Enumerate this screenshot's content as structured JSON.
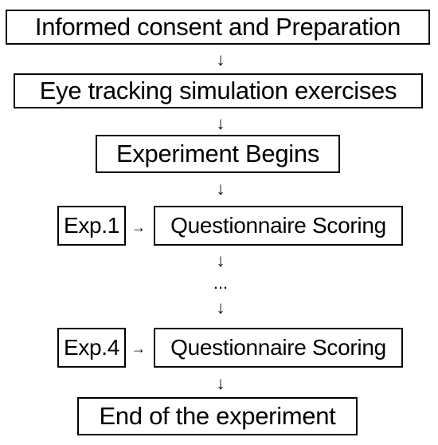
{
  "flow": {
    "step1": "Informed consent and Preparation",
    "step2": "Eye tracking simulation exercises",
    "step3": "Experiment Begins",
    "exp1_label": "Exp.1",
    "exp1_task": "Questionnaire Scoring",
    "ellipsis": "...",
    "exp4_label": "Exp.4",
    "exp4_task": "Questionnaire Scoring",
    "step_end": "End of the experiment"
  },
  "arrows": {
    "down": "↓",
    "right": "→"
  }
}
